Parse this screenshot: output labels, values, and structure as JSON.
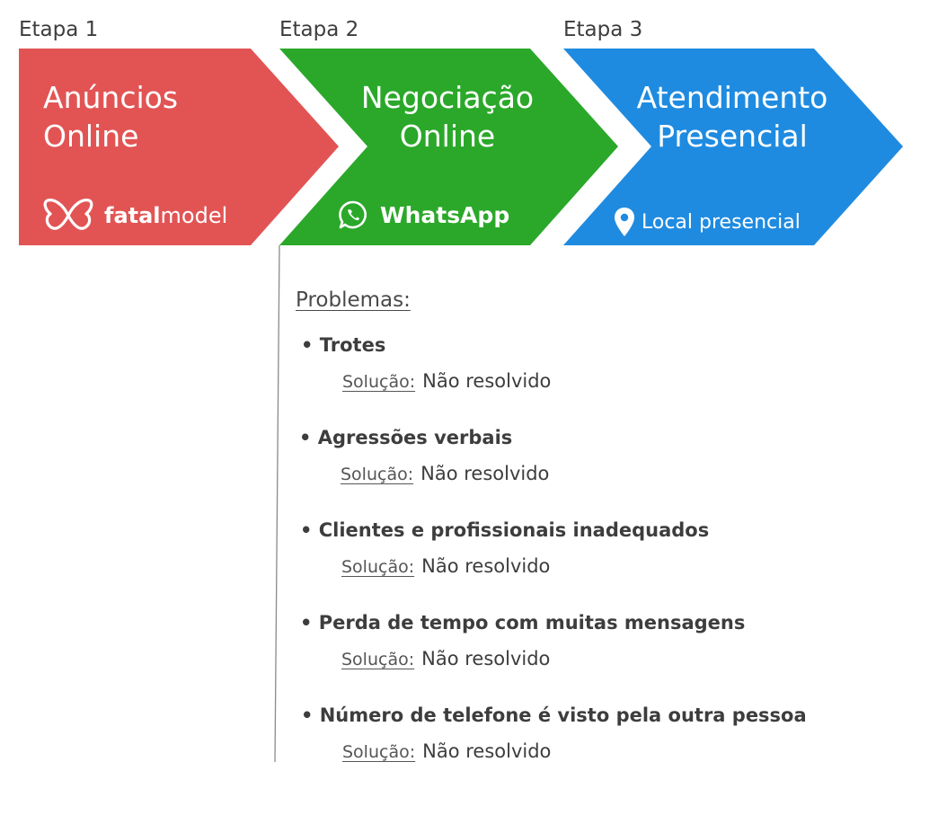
{
  "stages": [
    {
      "step": "Etapa 1",
      "title_line1": "Anúncios",
      "title_line2": "Online",
      "brand_a": "fatal",
      "brand_b": "model",
      "color": "#e25454"
    },
    {
      "step": "Etapa 2",
      "title_line1": "Negociação",
      "title_line2": "Online",
      "brand": "WhatsApp",
      "color": "#2ba82a"
    },
    {
      "step": "Etapa 3",
      "title_line1": "Atendimento",
      "title_line2": "Presencial",
      "brand": "Local presencial",
      "color": "#1f8be0"
    }
  ],
  "problems_heading": "Problemas:",
  "problems": [
    {
      "title": "Trotes",
      "solution_label": "Solução:",
      "solution_value": "Não resolvido"
    },
    {
      "title": "Agressões verbais",
      "solution_label": "Solução:",
      "solution_value": "Não resolvido"
    },
    {
      "title": "Clientes e profissionais inadequados",
      "solution_label": "Solução:",
      "solution_value": "Não resolvido"
    },
    {
      "title": "Perda de tempo com muitas mensagens",
      "solution_label": "Solução:",
      "solution_value": "Não resolvido"
    },
    {
      "title": "Número de telefone é visto pela outra pessoa",
      "solution_label": "Solução:",
      "solution_value": "Não resolvido"
    }
  ]
}
